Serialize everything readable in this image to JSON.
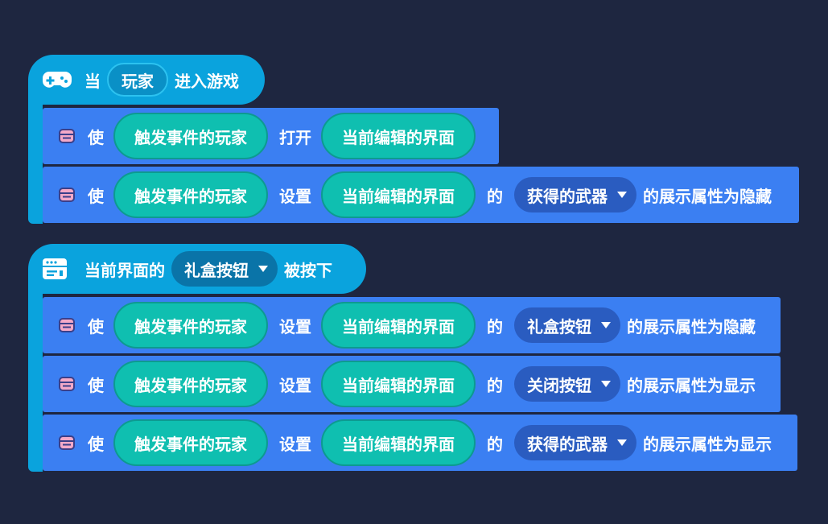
{
  "stack1": {
    "hat": {
      "icon": "gamepad-icon",
      "prefix": "当",
      "slot": "玩家",
      "suffix": "进入游戏"
    },
    "blocks": [
      {
        "icon": "ui-window-icon",
        "verb": "使",
        "player": "触发事件的玩家",
        "action": "打开",
        "target": "当前编辑的界面"
      },
      {
        "icon": "ui-window-icon",
        "verb": "使",
        "player": "触发事件的玩家",
        "action": "设置",
        "target": "当前编辑的界面",
        "of": "的",
        "element": "获得的武器",
        "suffix": "的展示属性为隐藏"
      }
    ]
  },
  "stack2": {
    "hat": {
      "icon": "ui-window-icon",
      "prefix": "当前界面的",
      "element": "礼盒按钮",
      "suffix": "被按下"
    },
    "blocks": [
      {
        "icon": "ui-window-icon",
        "verb": "使",
        "player": "触发事件的玩家",
        "action": "设置",
        "target": "当前编辑的界面",
        "of": "的",
        "element": "礼盒按钮",
        "suffix": "的展示属性为隐藏"
      },
      {
        "icon": "ui-window-icon",
        "verb": "使",
        "player": "触发事件的玩家",
        "action": "设置",
        "target": "当前编辑的界面",
        "of": "的",
        "element": "关闭按钮",
        "suffix": "的展示属性为显示"
      },
      {
        "icon": "ui-window-icon",
        "verb": "使",
        "player": "触发事件的玩家",
        "action": "设置",
        "target": "当前编辑的界面",
        "of": "的",
        "element": "获得的武器",
        "suffix": "的展示属性为显示"
      }
    ]
  },
  "colors": {
    "background": "#1e2640",
    "hat": "#0aa3dd",
    "block": "#3b7ff2",
    "slot": "#0fbfb0",
    "dropdown": "#2a5cc0"
  }
}
